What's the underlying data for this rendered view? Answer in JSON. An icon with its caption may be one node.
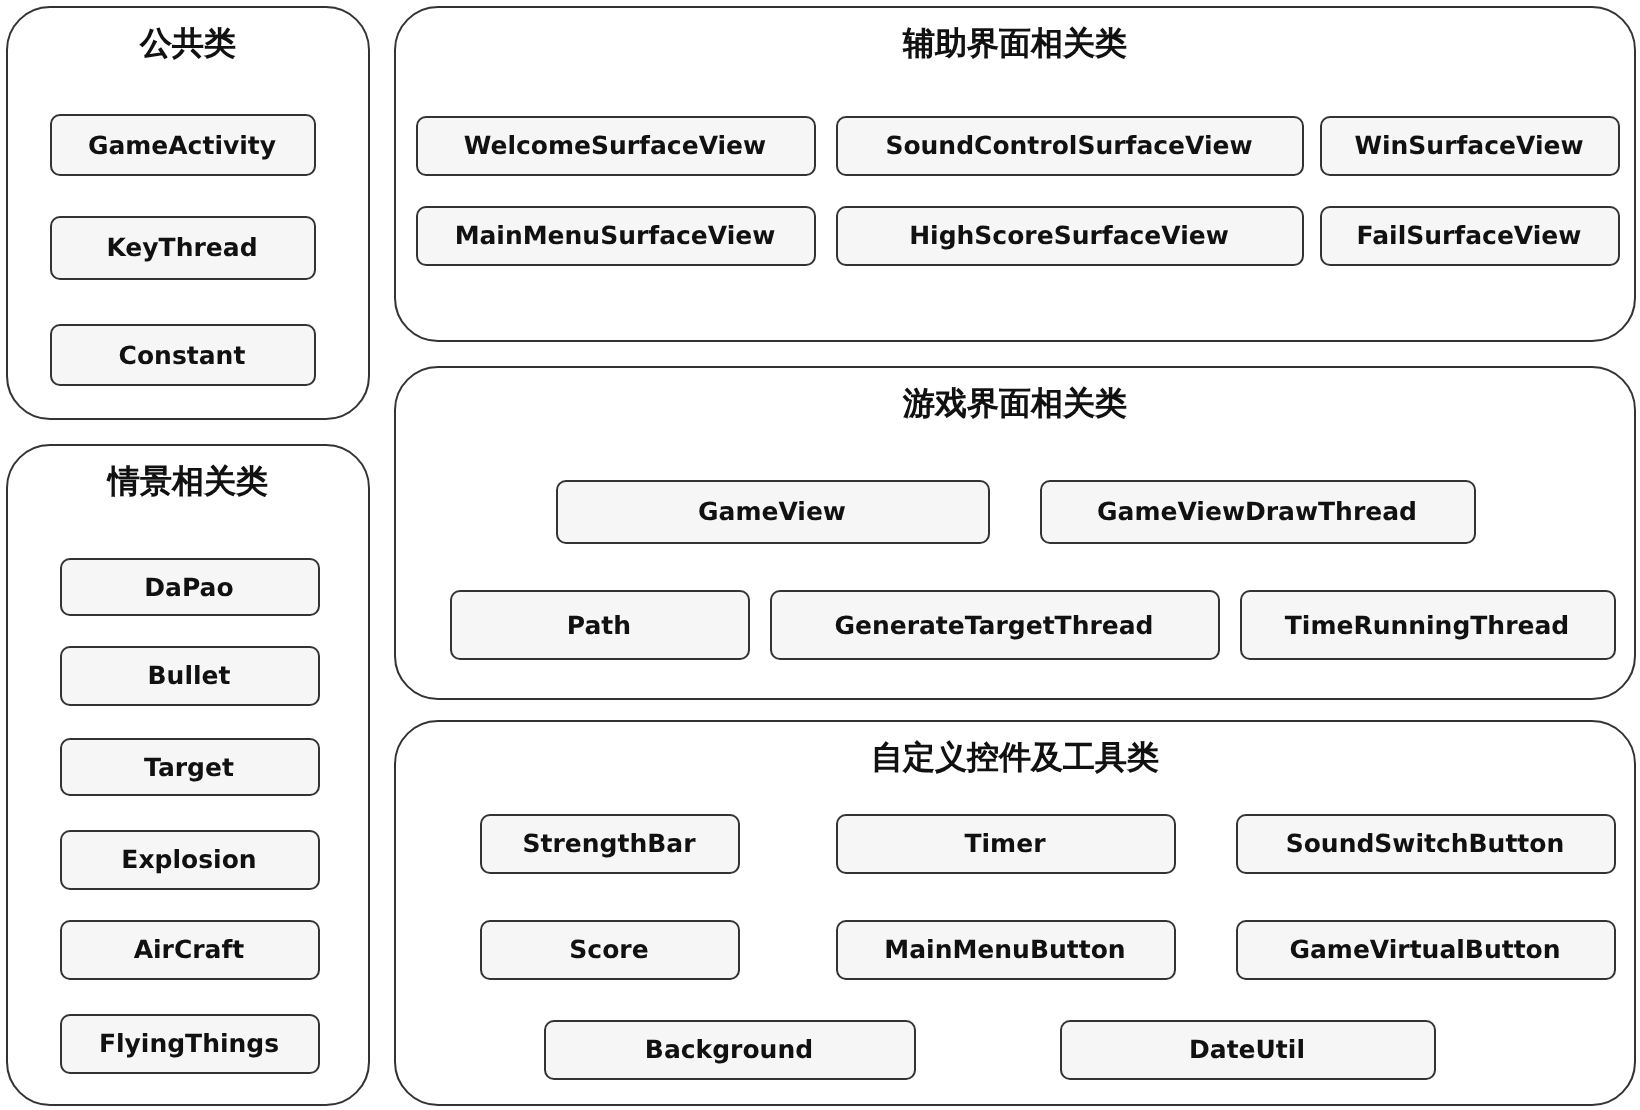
{
  "diagram": {
    "nodes": [
      {
        "text": [
          "公共类"
        ]
      },
      {
        "text": [
          "GameActivity"
        ],
        "in": 0
      },
      {
        "text": [
          "KeyThread"
        ],
        "in": 0
      },
      {
        "text": [
          "Constant"
        ],
        "in": 0
      },
      {
        "text": [
          "辅助界面相关类"
        ]
      },
      {
        "text": [
          "WelcomeSurfaceView"
        ],
        "in": 4
      },
      {
        "text": [
          "SoundControlSurfaceView"
        ],
        "in": 4
      },
      {
        "text": [
          "WinSurfaceView"
        ],
        "in": 4
      },
      {
        "text": [
          "MainMenuSurfaceView"
        ],
        "in": 4
      },
      {
        "text": [
          "HighScoreSurfaceView"
        ],
        "in": 4
      },
      {
        "text": [
          "FailSurfaceView"
        ],
        "in": 4
      },
      {
        "text": [
          "游戏界面相关类"
        ]
      },
      {
        "text": [
          "GameView"
        ],
        "in": 11
      },
      {
        "text": [
          "GameViewDrawThread"
        ],
        "in": 11
      },
      {
        "text": [
          "Path"
        ],
        "in": 11
      },
      {
        "text": [
          "GenerateTargetThread"
        ],
        "in": 11
      },
      {
        "text": [
          "TimeRunningThread"
        ],
        "in": 11
      },
      {
        "text": [
          "情景相关类"
        ]
      },
      {
        "text": [
          "DaPao"
        ],
        "in": 17
      },
      {
        "text": [
          "Bullet"
        ],
        "in": 17
      },
      {
        "text": [
          "Target"
        ],
        "in": 17
      },
      {
        "text": [
          "Explosion"
        ],
        "in": 17
      },
      {
        "text": [
          "AirCraft"
        ],
        "in": 17
      },
      {
        "text": [
          "FlyingThings"
        ],
        "in": 17
      },
      {
        "text": [
          "自定义控件及工具类"
        ]
      },
      {
        "text": [
          "StrengthBar"
        ],
        "in": 24
      },
      {
        "text": [
          "Timer"
        ],
        "in": 24
      },
      {
        "text": [
          "SoundSwitchButton"
        ],
        "in": 24
      },
      {
        "text": [
          "Score"
        ],
        "in": 24
      },
      {
        "text": [
          "MainMenuButton"
        ],
        "in": 24
      },
      {
        "text": [
          "GameVirtualButton"
        ],
        "in": 24
      },
      {
        "text": [
          "Background"
        ],
        "in": 24
      },
      {
        "text": [
          "DateUtil"
        ],
        "in": 24
      }
    ],
    "edges": []
  }
}
